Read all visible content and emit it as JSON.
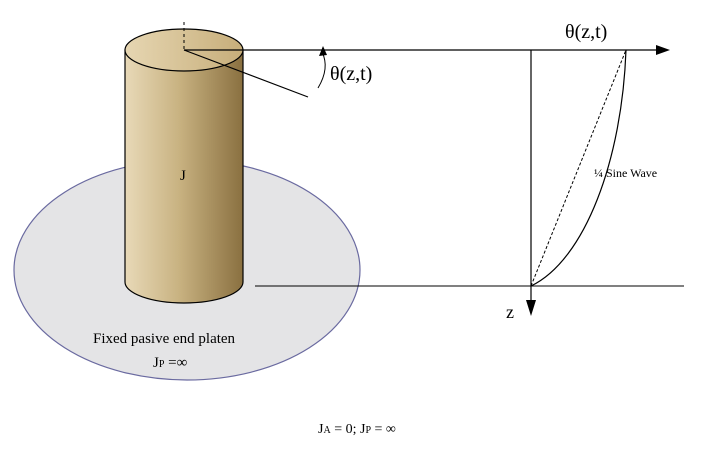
{
  "labels": {
    "theta_top": "θ(z,t)",
    "theta_rotation": "θ(z,t)",
    "specimen": "J",
    "sine_wave": "¼ Sine Wave",
    "z_axis": "z",
    "platen_title": "Fixed pasive end platen",
    "platen_inertia": "J",
    "platen_inertia_sub": "P",
    "platen_inertia_value": " =∞",
    "bottom_formula": {
      "ja": "J",
      "ja_sub": "A",
      "ja_value": " = 0; ",
      "jp": "J",
      "jp_sub": "P",
      "jp_value": " = ∞"
    }
  },
  "colors": {
    "platen_fill": "#e4e4e6",
    "platen_stroke": "#6a6aa0",
    "cylinder_light": "#e8d9b8",
    "cylinder_mid": "#c9b382",
    "cylinder_dark": "#8a7040",
    "line": "#000000"
  }
}
